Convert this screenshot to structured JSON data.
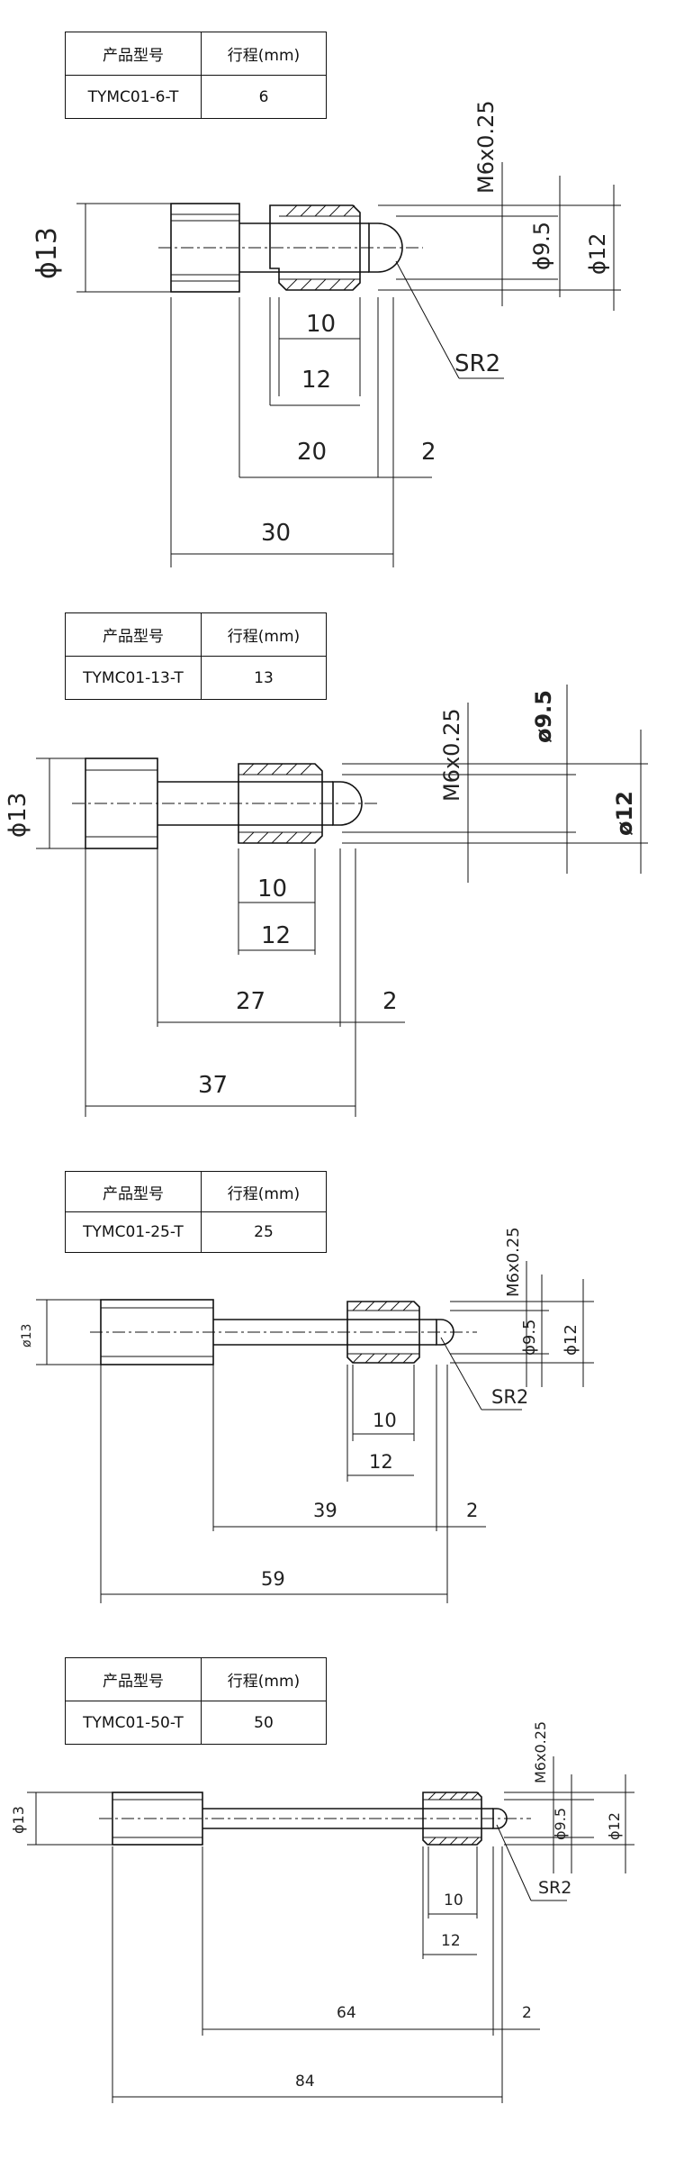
{
  "header_labels": {
    "model": "产品型号",
    "stroke": "行程(mm)"
  },
  "variants": [
    {
      "model": "TYMC01-6-T",
      "stroke": "6",
      "dims": {
        "dia_knob": "ϕ13",
        "thread": "M6x0.25",
        "dia_pin": "ϕ9.5",
        "dia_body": "ϕ12",
        "radius": "SR2",
        "d1": "10",
        "d2": "12",
        "d3": "20",
        "d4": "2",
        "d5": "30"
      }
    },
    {
      "model": "TYMC01-13-T",
      "stroke": "13",
      "dims": {
        "dia_knob": "ϕ13",
        "thread": "M6x0.25",
        "dia_pin": "ø9.5",
        "dia_body": "ø12",
        "radius": "",
        "d1": "10",
        "d2": "12",
        "d3": "27",
        "d4": "2",
        "d5": "37"
      }
    },
    {
      "model": "TYMC01-25-T",
      "stroke": "25",
      "dims": {
        "dia_knob": "ø13",
        "thread": "M6x0.25",
        "dia_pin": "ϕ9.5",
        "dia_body": "ϕ12",
        "radius": "SR2",
        "d1": "10",
        "d2": "12",
        "d3": "39",
        "d4": "2",
        "d5": "59"
      }
    },
    {
      "model": "TYMC01-50-T",
      "stroke": "50",
      "dims": {
        "dia_knob": "ϕ13",
        "thread": "M6x0.25",
        "dia_pin": "ϕ9.5",
        "dia_body": "ϕ12",
        "radius": "SR2",
        "d1": "10",
        "d2": "12",
        "d3": "64",
        "d4": "2",
        "d5": "84"
      }
    }
  ]
}
